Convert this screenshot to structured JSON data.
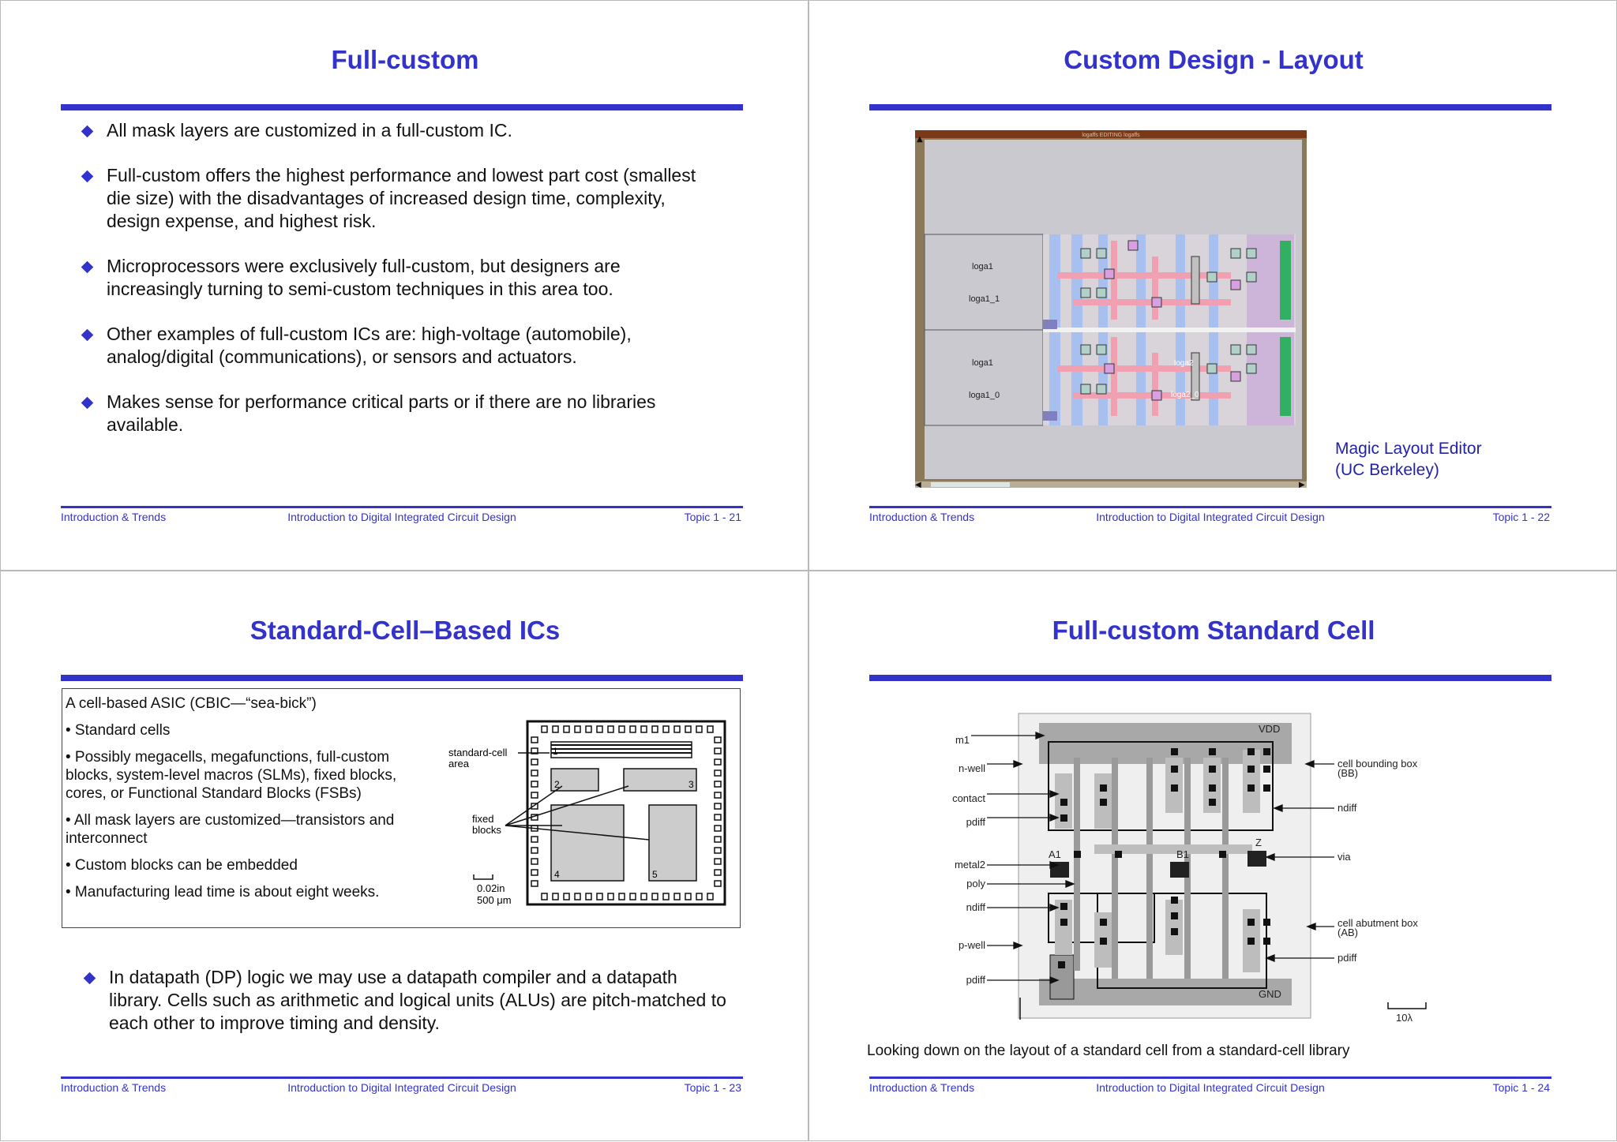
{
  "footer": {
    "left": "Introduction & Trends",
    "center": "Introduction to Digital Integrated Circuit Design"
  },
  "slides": [
    {
      "title": "Full-custom",
      "topic": "Topic 1 - 21",
      "bullets": [
        "All mask layers are customized in a full-custom IC.",
        "Full-custom offers the highest performance and lowest part cost (smallest die size) with the disadvantages of increased design time, complexity, design expense, and highest risk.",
        "Microprocessors were exclusively full-custom, but designers are increasingly turning to semi-custom techniques in this area too.",
        "Other examples of full-custom ICs are: high-voltage (automobile), analog/digital (communications), or sensors and actuators.",
        "Makes sense for performance critical parts or if there are no libraries available."
      ]
    },
    {
      "title": "Custom Design - Layout",
      "topic": "Topic 1 - 22",
      "window_title": "logaffs EDITING logaffs",
      "cell_labels": [
        "loga1",
        "loga1_1",
        "loga1",
        "loga1_0",
        "loga2",
        "loga2_0"
      ],
      "caption_line1": "Magic Layout Editor",
      "caption_line2": "(UC Berkeley)"
    },
    {
      "title": "Standard-Cell–Based ICs",
      "topic": "Topic 1 - 23",
      "box_lines": [
        "A cell-based ASIC (CBIC—“sea-bick”)",
        "• Standard cells",
        "• Possibly megacells, megafunctions, full-custom blocks, system-level macros (SLMs), fixed blocks, cores, or Functional Standard Blocks (FSBs)",
        "• All mask layers are customized—transistors and interconnect",
        "• Custom blocks can be embedded",
        "• Manufacturing lead time is about eight weeks."
      ],
      "diagram": {
        "standard_cell_label": "standard-cell area",
        "fixed_label": "fixed blocks",
        "block_numbers": [
          "1",
          "2",
          "3",
          "4",
          "5"
        ],
        "scale_line1": "0.02in",
        "scale_line2": "500 μm"
      },
      "bullet": "In datapath (DP) logic we may use a datapath compiler and a datapath library. Cells such as arithmetic and logical units (ALUs) are pitch-matched to each other to improve timing and density."
    },
    {
      "title": "Full-custom Standard Cell",
      "topic": "Topic 1 - 24",
      "left_labels": [
        "m1",
        "n-well",
        "contact",
        "pdiff",
        "metal2",
        "poly",
        "ndiff",
        "p-well",
        "pdiff"
      ],
      "right_labels": [
        "cell bounding box",
        "(BB)",
        "ndiff",
        "via",
        "cell abutment box",
        "(AB)",
        "pdiff"
      ],
      "cell_labels": [
        "VDD",
        "GND",
        "A1",
        "B1",
        "Z"
      ],
      "scale": "10λ",
      "caption": "Looking down on the layout of a standard cell from a standard-cell library"
    }
  ]
}
